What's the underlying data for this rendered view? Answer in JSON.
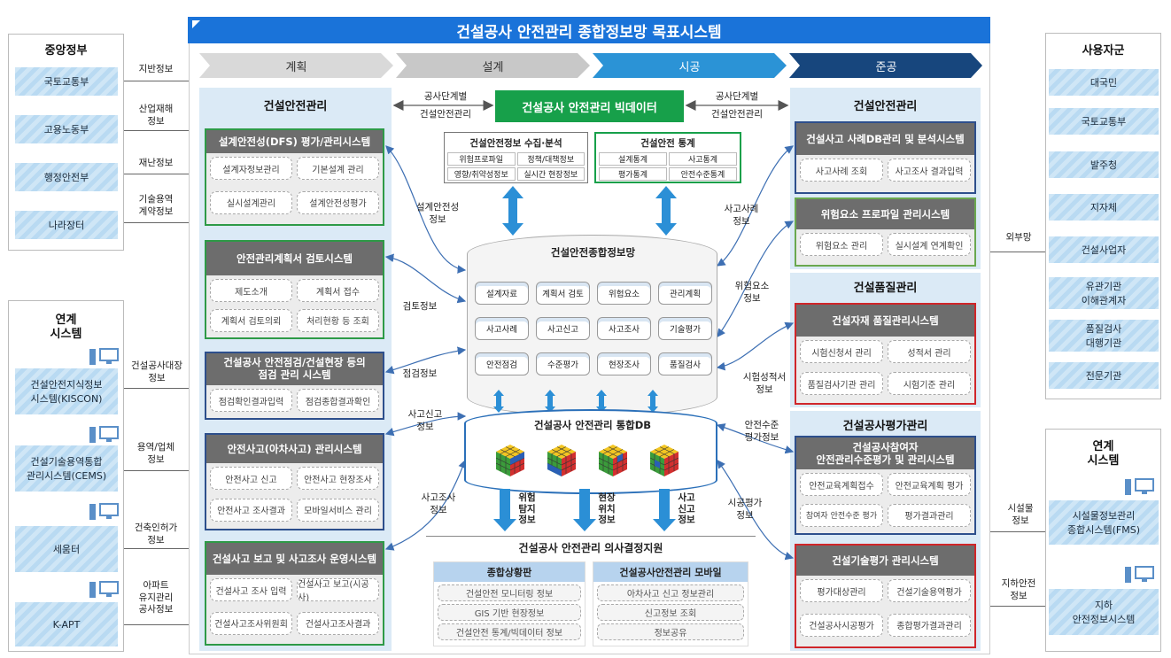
{
  "title": "건설공사 안전관리 종합정보망 목표시스템",
  "phases": [
    "계획",
    "설계",
    "시공",
    "준공"
  ],
  "left": {
    "gov": {
      "title": "중앙정부",
      "items": [
        "국토교통부",
        "고용노동부",
        "행정안전부",
        "나라장터"
      ]
    },
    "gov_labels": [
      "지반정보",
      "산업재해\n정보",
      "재난정보",
      "기술용역\n계약정보"
    ],
    "link": {
      "title": "연계\n시스템",
      "items": [
        "건설안전지식정보\n시스템(KISCON)",
        "건설기술용역통합\n관리시스템(CEMS)",
        "세움터",
        "K-APT"
      ]
    },
    "link_labels": [
      "건설공사대장\n정보",
      "용역/업체\n정보",
      "건축인허가\n정보",
      "아파트\n유지관리\n공사정보"
    ]
  },
  "right": {
    "users": {
      "title": "사용자군",
      "items": [
        "대국민",
        "국토교통부",
        "발주청",
        "지자체",
        "건설사업자",
        "유관기관\n이해관계자",
        "품질검사\n대행기관",
        "전문기관"
      ]
    },
    "users_label": "외부망",
    "link": {
      "title": "연계\n시스템",
      "items": [
        "시설물정보관리\n종합시스템(FMS)",
        "지하\n안전정보시스템"
      ]
    },
    "link_labels": [
      "시설물\n정보",
      "지하안전\n정보"
    ]
  },
  "lp": {
    "title": "건설안전관리",
    "systems": [
      {
        "title": "설계안전성(DFS) 평가/관리시스템",
        "items": [
          "설계자정보관리",
          "기본설계 관리",
          "실시설계관리",
          "설계안전성평가"
        ]
      },
      {
        "title": "안전관리계획서 검토시스템",
        "items": [
          "제도소개",
          "계획서 접수",
          "계획서 검토의뢰",
          "처리현황 등 조회"
        ]
      },
      {
        "title": "건설공사 안전점검/건설현장 등의\n점검 관리 시스템",
        "items": [
          "점검확인결과입력",
          "점검종합결과확인"
        ]
      },
      {
        "title": "안전사고(아차사고) 관리시스템",
        "items": [
          "안전사고 신고",
          "안전사고 현장조사",
          "안전사고 조사결과",
          "모바일서비스 관리"
        ]
      },
      {
        "title": "건설사고 보고 및 사고조사 운영시스템",
        "items": [
          "건설사고 조사 입력",
          "건설사고 보고(시공사)",
          "건설사고조사위원회",
          "건설사고조사결과"
        ]
      }
    ]
  },
  "rp": {
    "top_title": "건설안전관리",
    "sys1": {
      "title": "건설사고 사례DB관리 및 분석시스템",
      "items": [
        "사고사례 조회",
        "사고조사 결과입력"
      ]
    },
    "sys2": {
      "title": "위험요소 프로파일 관리시스템",
      "items": [
        "위험요소 관리",
        "실시설계 연계확인"
      ]
    },
    "q_title": "건설품질관리",
    "sys3": {
      "title": "건설자재 품질관리시스템",
      "items": [
        "시험신청서 관리",
        "성적서 관리",
        "품질검사기관 관리",
        "시험기준 관리"
      ]
    },
    "e_title": "건설공사평가관리",
    "sys4": {
      "title": "건설공사참여자\n안전관리수준평가 및 관리시스템",
      "items": [
        "안전교육계획접수",
        "안전교육계획 평가",
        "참여자 안전수준 평가",
        "평가결과관리"
      ]
    },
    "sys5": {
      "title": "건설기술평가 관리시스템",
      "items": [
        "평가대상관리",
        "건설기술용역평가",
        "건설공사시공평가",
        "종합평가결과관리"
      ]
    }
  },
  "center": {
    "bigdata": "건설공사 안전관리 빅데이터",
    "stage_l": "공사단계별\n건설안전관리",
    "stage_r": "공사단계별\n건설안전관리",
    "collect": {
      "title": "건설안전정보 수집·분석",
      "items": [
        "위험프로파일",
        "정책/대책정보",
        "영향/취약성정보",
        "실시간 현장정보"
      ]
    },
    "stats": {
      "title": "건설안전 통계",
      "items": [
        "설계통계",
        "사고통계",
        "평가통계",
        "안전수준통계"
      ]
    },
    "db_title": "건설안전종합정보망",
    "db_items": [
      "설계자료",
      "계획서 검토",
      "위험요소",
      "관리계획",
      "사고사례",
      "사고신고",
      "사고조사",
      "기술평가",
      "안전점검",
      "수준평가",
      "현장조사",
      "품질검사"
    ],
    "int_db": "건설공사 안전관리 통합DB",
    "down": [
      "위험\n탐지\n정보",
      "현장\n위치\n정보",
      "사고\n신고\n정보"
    ],
    "decision": {
      "title": "건설공사 안전관리 의사결정지원",
      "left": {
        "title": "종합상황판",
        "items": [
          "건설안전 모니터링 정보",
          "GIS 기반 현장정보",
          "건설안전 통계/빅데이터 정보"
        ]
      },
      "right": {
        "title": "건설공사안전관리 모바일",
        "items": [
          "아차사고 신고 정보관리",
          "신고정보 조회",
          "정보공유"
        ]
      }
    }
  },
  "flow_l": [
    "설계안전성\n정보",
    "검토정보",
    "점검정보",
    "사고신고\n정보",
    "사고조사\n정보"
  ],
  "flow_r": [
    "사고사례\n정보",
    "위험요소\n정보",
    "시험성적서\n정보",
    "안전수준\n평가정보",
    "시공평가\n정보"
  ]
}
